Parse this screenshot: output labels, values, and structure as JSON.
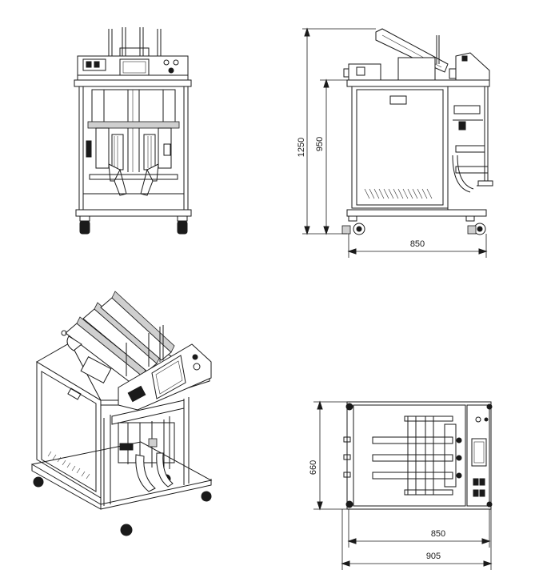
{
  "dimensions": {
    "side_total_height": "1250",
    "side_table_height": "950",
    "side_width": "850",
    "top_depth": "660",
    "top_width_inner": "850",
    "top_width_outer": "905"
  }
}
